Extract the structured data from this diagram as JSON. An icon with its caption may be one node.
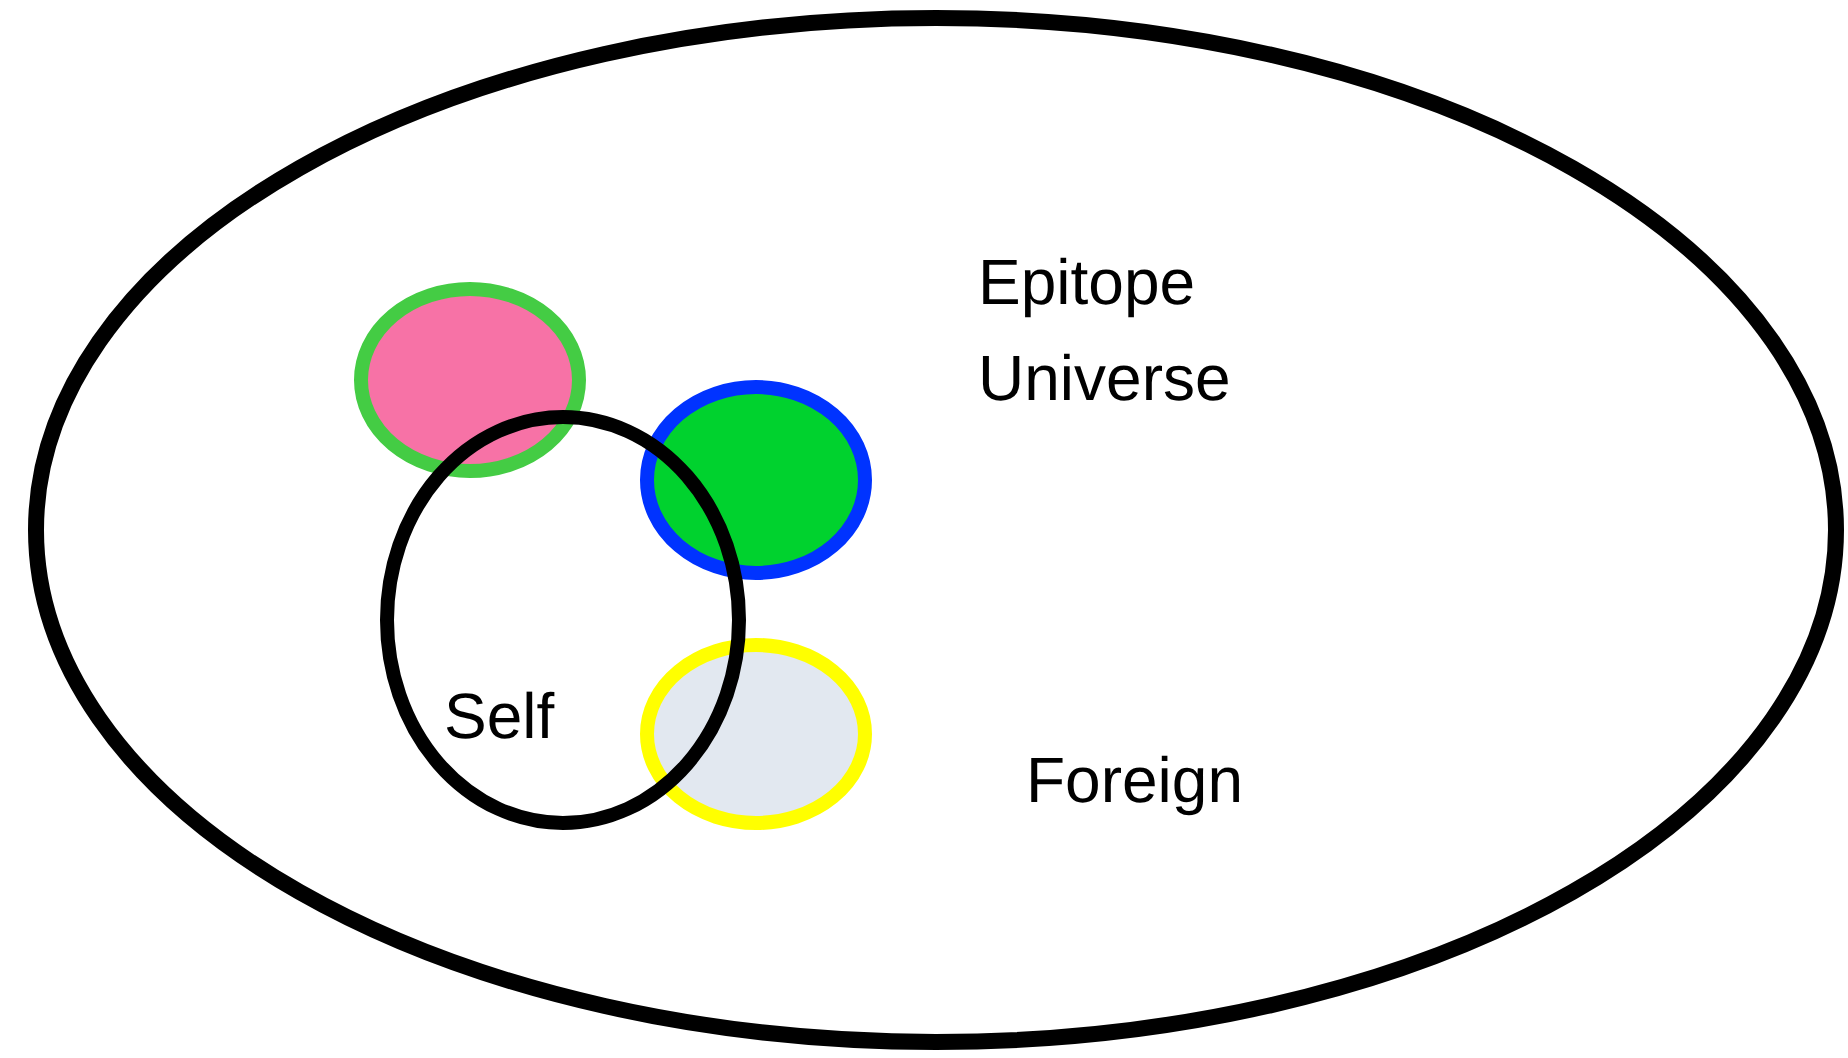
{
  "diagram": {
    "nodes": [
      {
        "text": [
          "Epitope Universe"
        ]
      },
      {
        "text": [],
        "shape": "circle",
        "in": 0
      },
      {
        "text": [],
        "shape": "circle",
        "in": 0
      },
      {
        "text": [],
        "shape": "circle",
        "in": 0
      },
      {
        "text": [
          "Self"
        ],
        "in": 0
      }
    ],
    "edges": [],
    "labels": [
      "Foreign"
    ]
  }
}
